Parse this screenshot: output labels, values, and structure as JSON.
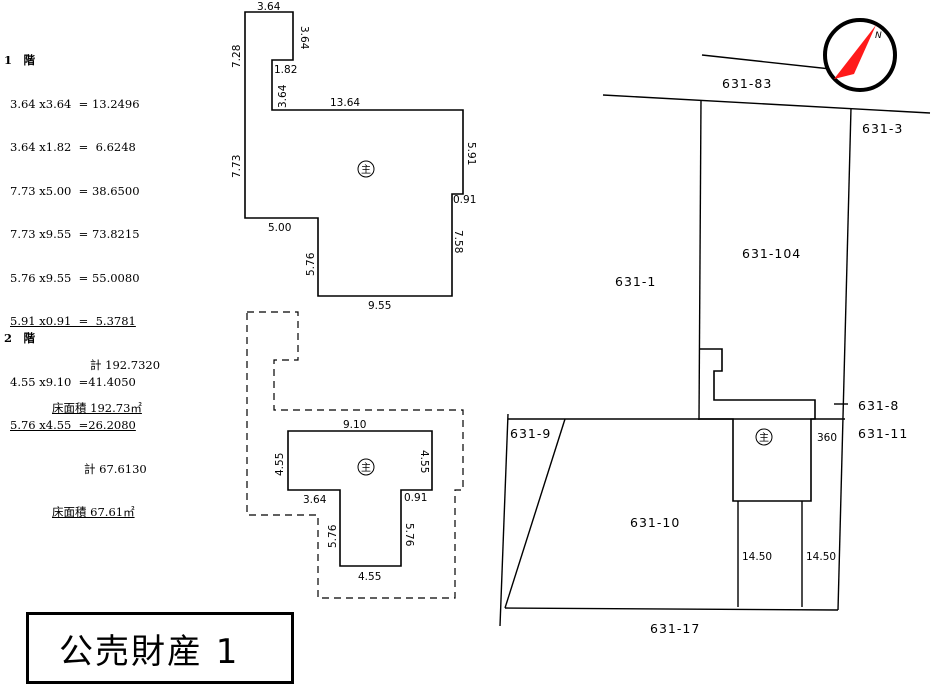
{
  "floor1": {
    "heading": "1　階",
    "lines": [
      "3.64 x3.64  = 13.2496",
      "3.64 x1.82  =  6.6248",
      "7.73 x5.00  = 38.6500",
      "7.73 x9.55  = 73.8215",
      "5.76 x9.55  = 55.0080",
      "5.91 x0.91  =  5.3781"
    ],
    "total": "計 192.7320",
    "area": "床面積 192.73㎡"
  },
  "floor2": {
    "heading": "2　階",
    "lines": [
      "4.55 x9.10  =41.4050",
      "5.76 x4.55  =26.2080"
    ],
    "total": "計 67.6130",
    "area": "床面積 67.61㎡"
  },
  "plan1_dims": {
    "top": "3.64",
    "left_upper": "7.28",
    "right_notch": "3.64",
    "notch_width": "1.82",
    "inner_step": "3.64",
    "top_long": "13.64",
    "left_lower": "7.73",
    "right_upper": "5.91",
    "right_step": "0.91",
    "right_lower": "7.58",
    "bottom_step": "5.00",
    "inner_lower": "5.76",
    "bottom": "9.55"
  },
  "plan2_dims": {
    "top": "9.10",
    "left": "4.55",
    "right": "4.55",
    "step_left": "3.64",
    "step_right": "0.91",
    "stem_left": "5.76",
    "stem_right": "5.76",
    "bottom": "4.55"
  },
  "main_symbol": "主",
  "site": {
    "lots": {
      "lot_631_83": "631-83",
      "lot_631_3": "631-3",
      "lot_631_1": "631-1",
      "lot_631_104": "631-104",
      "lot_631_8": "631-8",
      "lot_631_11": "631-11",
      "lot_631_9": "631-9",
      "lot_631_10": "631-10",
      "lot_631_17": "631-17"
    },
    "dims": {
      "setback": "360",
      "left_width": "14.50",
      "right_width": "14.50"
    }
  },
  "compass_label": "N",
  "title": "公売財産 1",
  "colors": {
    "compass_arrow": "#ff1a1a",
    "line": "#000000"
  }
}
